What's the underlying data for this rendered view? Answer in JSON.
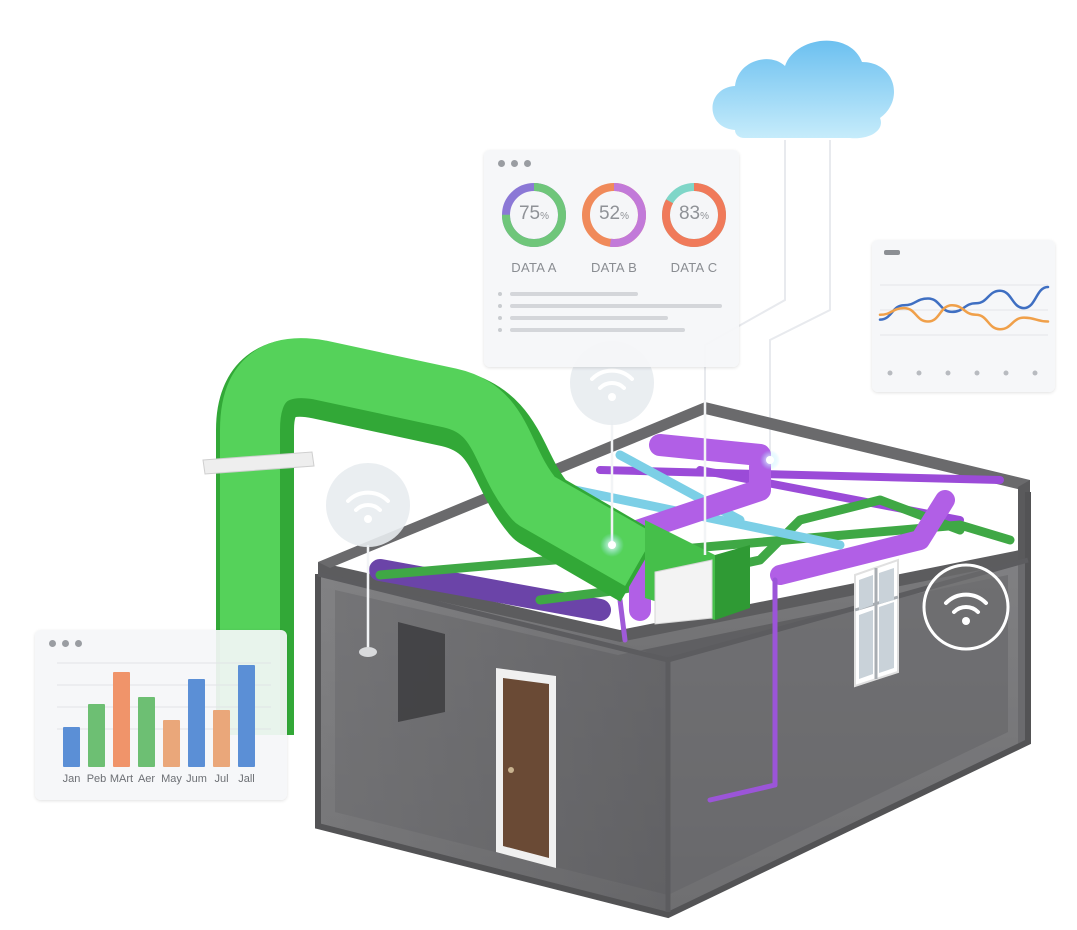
{
  "dashboard": {
    "donuts": [
      {
        "label": "DATA A",
        "value": "75",
        "unit": "%",
        "percent": 75,
        "colors": [
          "#6fc67a",
          "#8b78d6"
        ]
      },
      {
        "label": "DATA B",
        "value": "52",
        "unit": "%",
        "percent": 52,
        "colors": [
          "#c27ad9",
          "#f08a5a"
        ]
      },
      {
        "label": "DATA C",
        "value": "83",
        "unit": "%",
        "percent": 83,
        "colors": [
          "#f07a5a",
          "#7fd6c8"
        ]
      }
    ]
  },
  "bar_panel": {
    "month_labels": [
      "Jan",
      "Peb",
      "MArt",
      "Aer",
      "May",
      "Jum",
      "Jul",
      "Jall"
    ]
  },
  "chart_data": [
    {
      "type": "bar",
      "categories": [
        "Jan",
        "Peb",
        "MArt",
        "Aer",
        "May",
        "Jum",
        "Jul",
        "Jall"
      ],
      "values": [
        40,
        63,
        95,
        70,
        47,
        88,
        57,
        102
      ],
      "colors": [
        "#5b8fd6",
        "#6dbf73",
        "#f0946a",
        "#6dbf73",
        "#eaa77a",
        "#5b8fd6",
        "#eaa77a",
        "#5b8fd6"
      ],
      "ylim": [
        0,
        110
      ]
    },
    {
      "type": "line",
      "series": [
        {
          "values": [
            40,
            55,
            62,
            48,
            57,
            70,
            52,
            74
          ],
          "color": "#3f6fc2"
        },
        {
          "values": [
            45,
            52,
            38,
            55,
            45,
            30,
            42,
            38
          ],
          "color": "#f0a04a"
        }
      ],
      "ylim": [
        0,
        100
      ]
    }
  ],
  "colors": {
    "duct": "#47c24a",
    "pipe_purple": "#a85de0",
    "pipe_cyan": "#7ccfe6",
    "cloud": "#9fd8f5",
    "building": "#6e6e70",
    "door": "#6a4a35"
  },
  "icons": [
    "cloud-icon",
    "wifi-icon"
  ]
}
